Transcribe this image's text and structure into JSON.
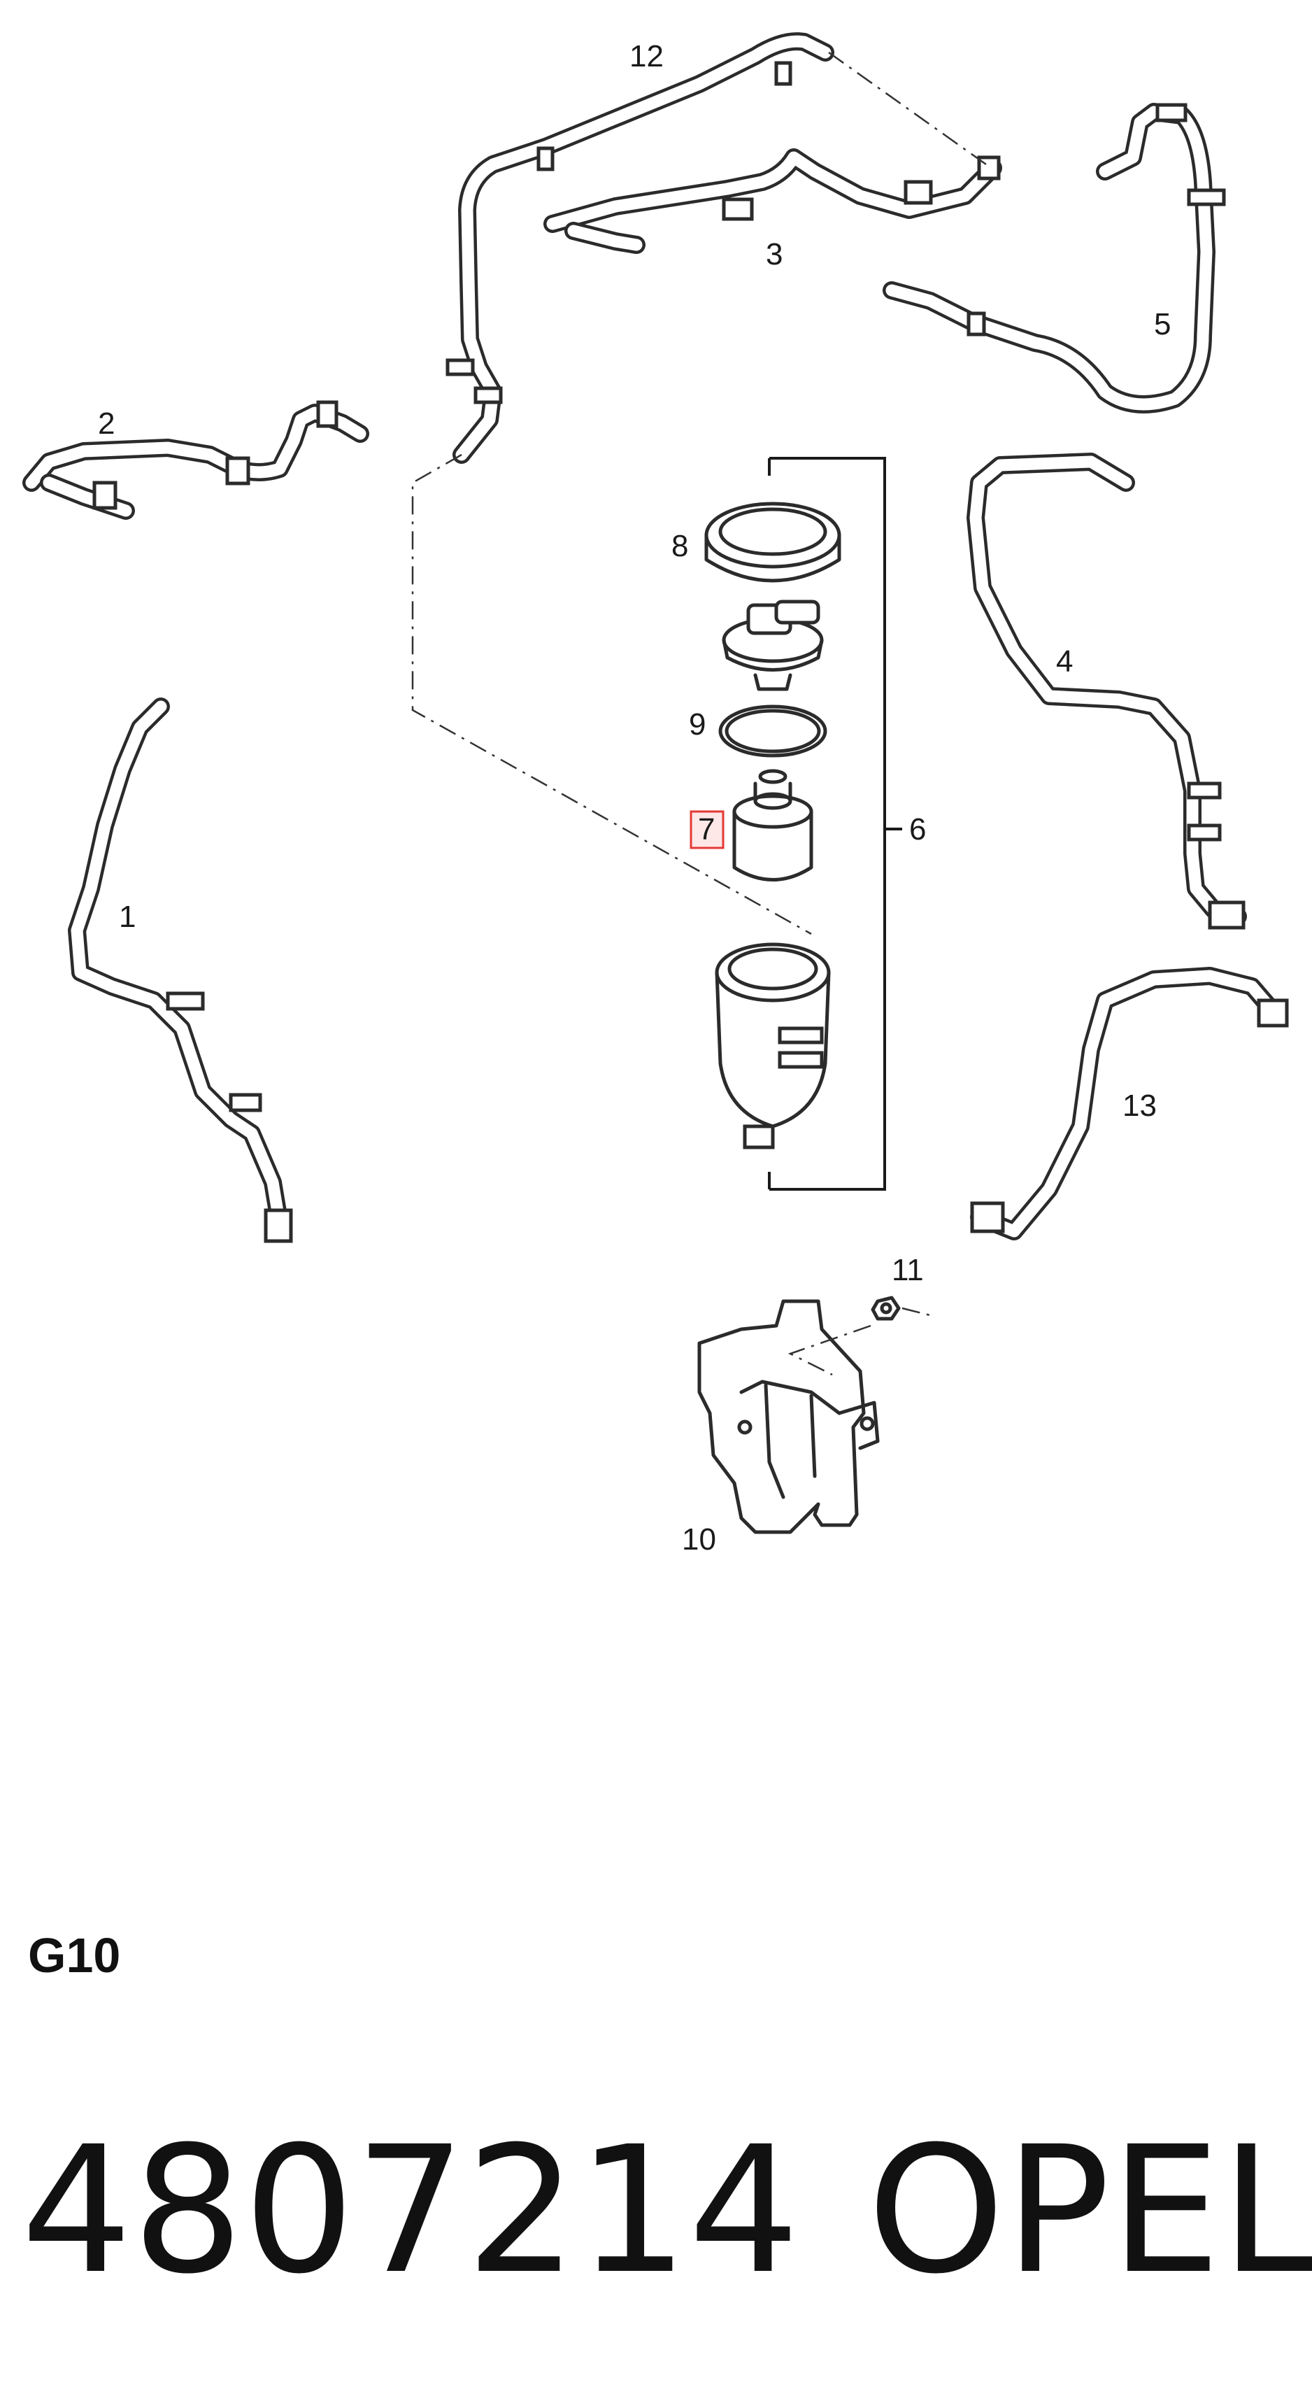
{
  "callouts": {
    "c1": "1",
    "c2": "2",
    "c3": "3",
    "c4": "4",
    "c5": "5",
    "c6": "6",
    "c7": "7",
    "c8": "8",
    "c9": "9",
    "c10": "10",
    "c11": "11",
    "c12": "12",
    "c13": "13"
  },
  "highlight_color": "#e53935",
  "group_code": "G10",
  "footer": {
    "part_number": "4807214",
    "make": "OPEL"
  }
}
